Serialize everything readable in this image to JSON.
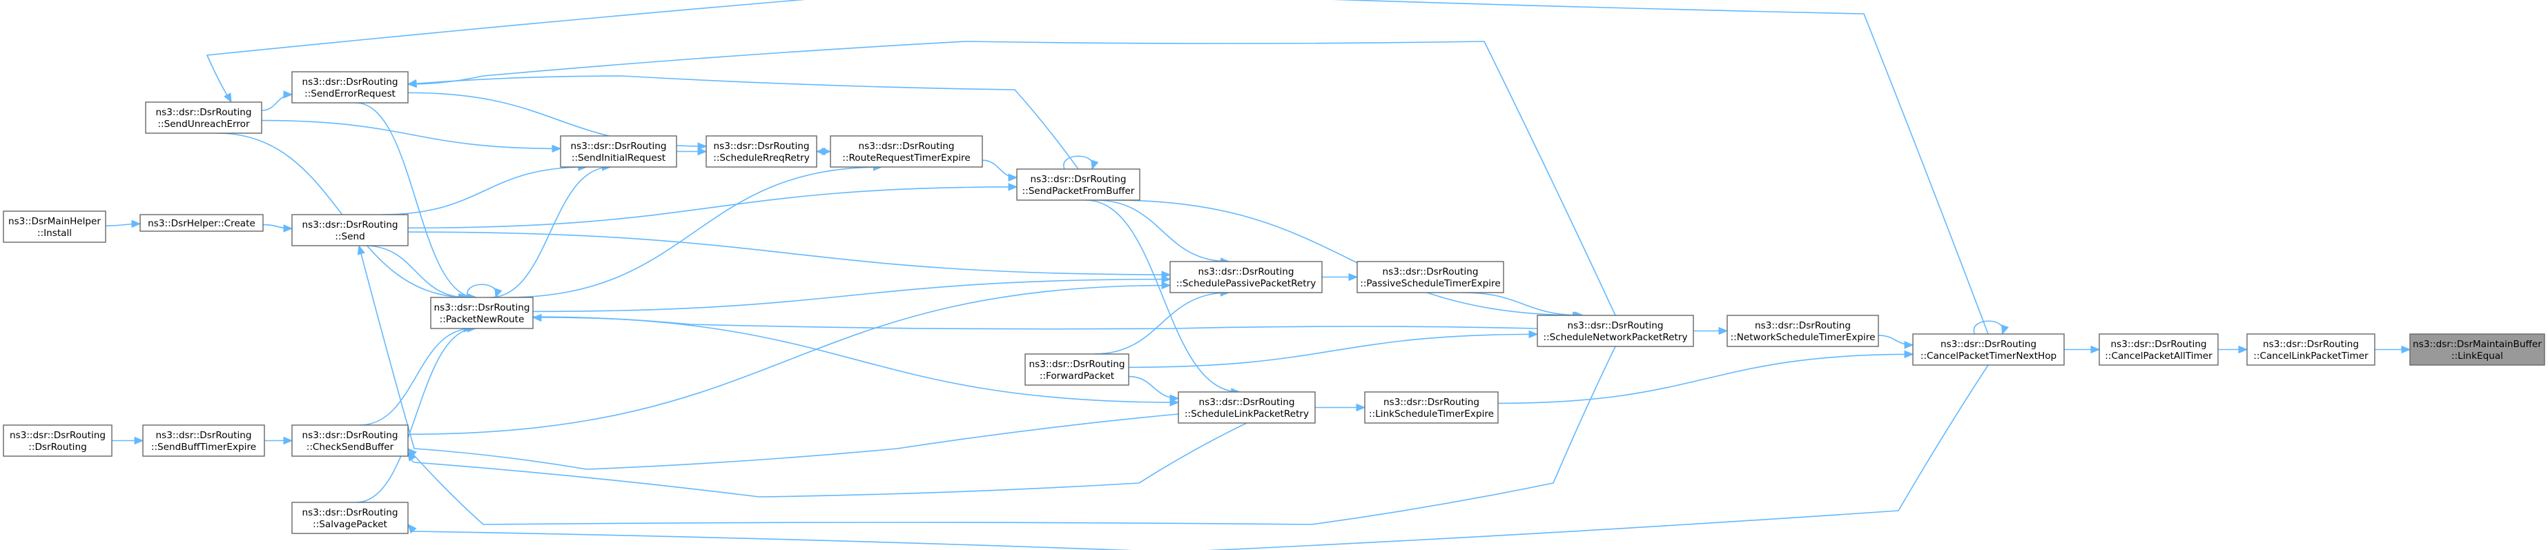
{
  "diagram": {
    "nodes": [
      {
        "id": "linkequal",
        "lines": [
          "ns3::dsr::DsrMaintainBuffer",
          "::LinkEqual"
        ],
        "current": true
      },
      {
        "id": "cancellinkpackettimer",
        "lines": [
          "ns3::dsr::DsrRouting",
          "::CancelLinkPacketTimer"
        ]
      },
      {
        "id": "cancelpacketalltimer",
        "lines": [
          "ns3::dsr::DsrRouting",
          "::CancelPacketAllTimer"
        ]
      },
      {
        "id": "cancelpackettimernexthop",
        "lines": [
          "ns3::dsr::DsrRouting",
          "::CancelPacketTimerNextHop"
        ]
      },
      {
        "id": "networkscheduletimerexpire",
        "lines": [
          "ns3::dsr::DsrRouting",
          "::NetworkScheduleTimerExpire"
        ]
      },
      {
        "id": "schedulenetworkpacketretry",
        "lines": [
          "ns3::dsr::DsrRouting",
          "::ScheduleNetworkPacketRetry"
        ]
      },
      {
        "id": "passivescheduletimerexpire",
        "lines": [
          "ns3::dsr::DsrRouting",
          "::PassiveScheduleTimerExpire"
        ]
      },
      {
        "id": "linkscheduletimerexpire",
        "lines": [
          "ns3::dsr::DsrRouting",
          "::LinkScheduleTimerExpire"
        ]
      },
      {
        "id": "schedulepassivepacketretry",
        "lines": [
          "ns3::dsr::DsrRouting",
          "::SchedulePassivePacketRetry"
        ]
      },
      {
        "id": "schedulelinkpacketretry",
        "lines": [
          "ns3::dsr::DsrRouting",
          "::ScheduleLinkPacketRetry"
        ]
      },
      {
        "id": "forwardpacket",
        "lines": [
          "ns3::dsr::DsrRouting",
          "::ForwardPacket"
        ]
      },
      {
        "id": "sendpacketfrombuffer",
        "lines": [
          "ns3::dsr::DsrRouting",
          "::SendPacketFromBuffer"
        ]
      },
      {
        "id": "routerequesttimerexpire",
        "lines": [
          "ns3::dsr::DsrRouting",
          "::RouteRequestTimerExpire"
        ]
      },
      {
        "id": "schedulerreqretry",
        "lines": [
          "ns3::dsr::DsrRouting",
          "::ScheduleRreqRetry"
        ]
      },
      {
        "id": "sendinitialrequest",
        "lines": [
          "ns3::dsr::DsrRouting",
          "::SendInitialRequest"
        ]
      },
      {
        "id": "packetnewroute",
        "lines": [
          "ns3::dsr::DsrRouting",
          "::PacketNewRoute"
        ]
      },
      {
        "id": "senderrorrequest",
        "lines": [
          "ns3::dsr::DsrRouting",
          "::SendErrorRequest"
        ]
      },
      {
        "id": "send",
        "lines": [
          "ns3::dsr::DsrRouting",
          "::Send"
        ]
      },
      {
        "id": "checksendbuffer",
        "lines": [
          "ns3::dsr::DsrRouting",
          "::CheckSendBuffer"
        ]
      },
      {
        "id": "salvagepacket",
        "lines": [
          "ns3::dsr::DsrRouting",
          "::SalvagePacket"
        ]
      },
      {
        "id": "sendunreacherror",
        "lines": [
          "ns3::dsr::DsrRouting",
          "::SendUnreachError"
        ]
      },
      {
        "id": "create",
        "lines": [
          "ns3::DsrHelper::Create"
        ]
      },
      {
        "id": "install",
        "lines": [
          "ns3::DsrMainHelper",
          "::Install"
        ]
      },
      {
        "id": "sendbufftimerexpire",
        "lines": [
          "ns3::dsr::DsrRouting",
          "::SendBuffTimerExpire"
        ]
      },
      {
        "id": "dsrrouting",
        "lines": [
          "ns3::dsr::DsrRouting",
          "::DsrRouting"
        ]
      }
    ],
    "edges": [
      [
        "cancellinkpackettimer",
        "linkequal"
      ],
      [
        "cancelpacketalltimer",
        "cancellinkpackettimer"
      ],
      [
        "cancelpackettimernexthop",
        "cancelpacketalltimer"
      ],
      [
        "cancelpackettimernexthop",
        "cancelpackettimernexthop"
      ],
      [
        "networkscheduletimerexpire",
        "cancelpackettimernexthop"
      ],
      [
        "linkscheduletimerexpire",
        "cancelpackettimernexthop"
      ],
      [
        "sendunreacherror",
        "cancelpackettimernexthop"
      ],
      [
        "salvagepacket",
        "cancelpackettimernexthop"
      ],
      [
        "schedulenetworkpacketretry",
        "networkscheduletimerexpire"
      ],
      [
        "passivescheduletimerexpire",
        "schedulenetworkpacketretry"
      ],
      [
        "sendpacketfrombuffer",
        "schedulenetworkpacketretry"
      ],
      [
        "senderrorrequest",
        "schedulenetworkpacketretry"
      ],
      [
        "forwardpacket",
        "schedulenetworkpacketretry"
      ],
      [
        "packetnewroute",
        "schedulenetworkpacketretry"
      ],
      [
        "checksendbuffer",
        "schedulenetworkpacketretry"
      ],
      [
        "schedulepassivepacketretry",
        "passivescheduletimerexpire"
      ],
      [
        "sendpacketfrombuffer",
        "schedulepassivepacketretry"
      ],
      [
        "forwardpacket",
        "schedulepassivepacketretry"
      ],
      [
        "send",
        "schedulepassivepacketretry"
      ],
      [
        "packetnewroute",
        "schedulepassivepacketretry"
      ],
      [
        "checksendbuffer",
        "schedulepassivepacketretry"
      ],
      [
        "schedulelinkpacketretry",
        "linkscheduletimerexpire"
      ],
      [
        "sendpacketfrombuffer",
        "schedulelinkpacketretry"
      ],
      [
        "forwardpacket",
        "schedulelinkpacketretry"
      ],
      [
        "send",
        "schedulelinkpacketretry"
      ],
      [
        "packetnewroute",
        "schedulelinkpacketretry"
      ],
      [
        "checksendbuffer",
        "schedulelinkpacketretry"
      ],
      [
        "routerequesttimerexpire",
        "sendpacketfrombuffer"
      ],
      [
        "sendpacketfrombuffer",
        "sendpacketfrombuffer"
      ],
      [
        "send",
        "sendpacketfrombuffer"
      ],
      [
        "senderrorrequest",
        "sendpacketfrombuffer"
      ],
      [
        "schedulerreqretry",
        "routerequesttimerexpire"
      ],
      [
        "routerequesttimerexpire",
        "schedulerreqretry"
      ],
      [
        "sendinitialrequest",
        "schedulerreqretry"
      ],
      [
        "senderrorrequest",
        "schedulerreqretry"
      ],
      [
        "packetnewroute",
        "routerequesttimerexpire"
      ],
      [
        "packetnewroute",
        "sendinitialrequest"
      ],
      [
        "send",
        "sendinitialrequest"
      ],
      [
        "packetnewroute",
        "packetnewroute"
      ],
      [
        "send",
        "packetnewroute"
      ],
      [
        "checksendbuffer",
        "packetnewroute"
      ],
      [
        "salvagepacket",
        "packetnewroute"
      ],
      [
        "sendunreacherror",
        "packetnewroute"
      ],
      [
        "senderrorrequest",
        "packetnewroute"
      ],
      [
        "sendunreacherror",
        "senderrorrequest"
      ],
      [
        "sendunreacherror",
        "sendinitialrequest"
      ],
      [
        "create",
        "send"
      ],
      [
        "install",
        "create"
      ],
      [
        "sendbufftimerexpire",
        "checksendbuffer"
      ],
      [
        "dsrrouting",
        "sendbufftimerexpire"
      ]
    ]
  }
}
